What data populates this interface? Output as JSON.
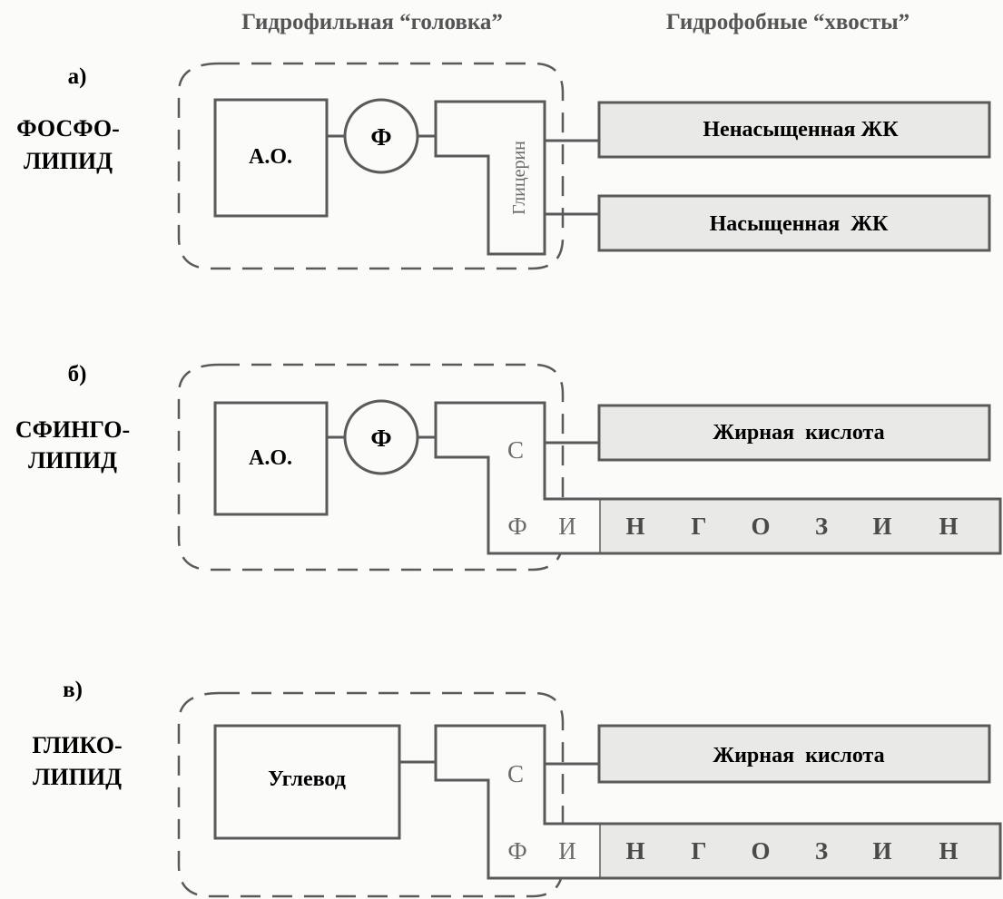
{
  "header": {
    "hydrophilic": "Гидрофильная “головка”",
    "hydrophobic": "Гидрофобные “хвосты”"
  },
  "colors": {
    "line": "#5a5a5a",
    "text": "#4a4a4a",
    "tail_fill": "#e9e9e7",
    "background": "#fbfbf9"
  },
  "panels": {
    "a": {
      "letter": "а)",
      "name_line1": "ФОСФО-",
      "name_line2": "ЛИПИД",
      "head_box": "А.О.",
      "phosphate": "Ф",
      "backbone": "Глицерин",
      "tail1": "Ненасыщенная ЖК",
      "tail2": "Насыщенная  ЖК"
    },
    "b": {
      "letter": "б)",
      "name_line1": "СФИНГО-",
      "name_line2": "ЛИПИД",
      "head_box": "А.О.",
      "phosphate": "Ф",
      "tail": "Жирная  кислота",
      "sphingosine": [
        "С",
        "Ф",
        "И",
        "Н",
        "Г",
        "О",
        "З",
        "И",
        "Н"
      ]
    },
    "c": {
      "letter": "в)",
      "name_line1": "ГЛИКО-",
      "name_line2": "ЛИПИД",
      "head_box": "Углевод",
      "tail": "Жирная  кислота",
      "sphingosine": [
        "С",
        "Ф",
        "И",
        "Н",
        "Г",
        "О",
        "З",
        "И",
        "Н"
      ]
    }
  }
}
